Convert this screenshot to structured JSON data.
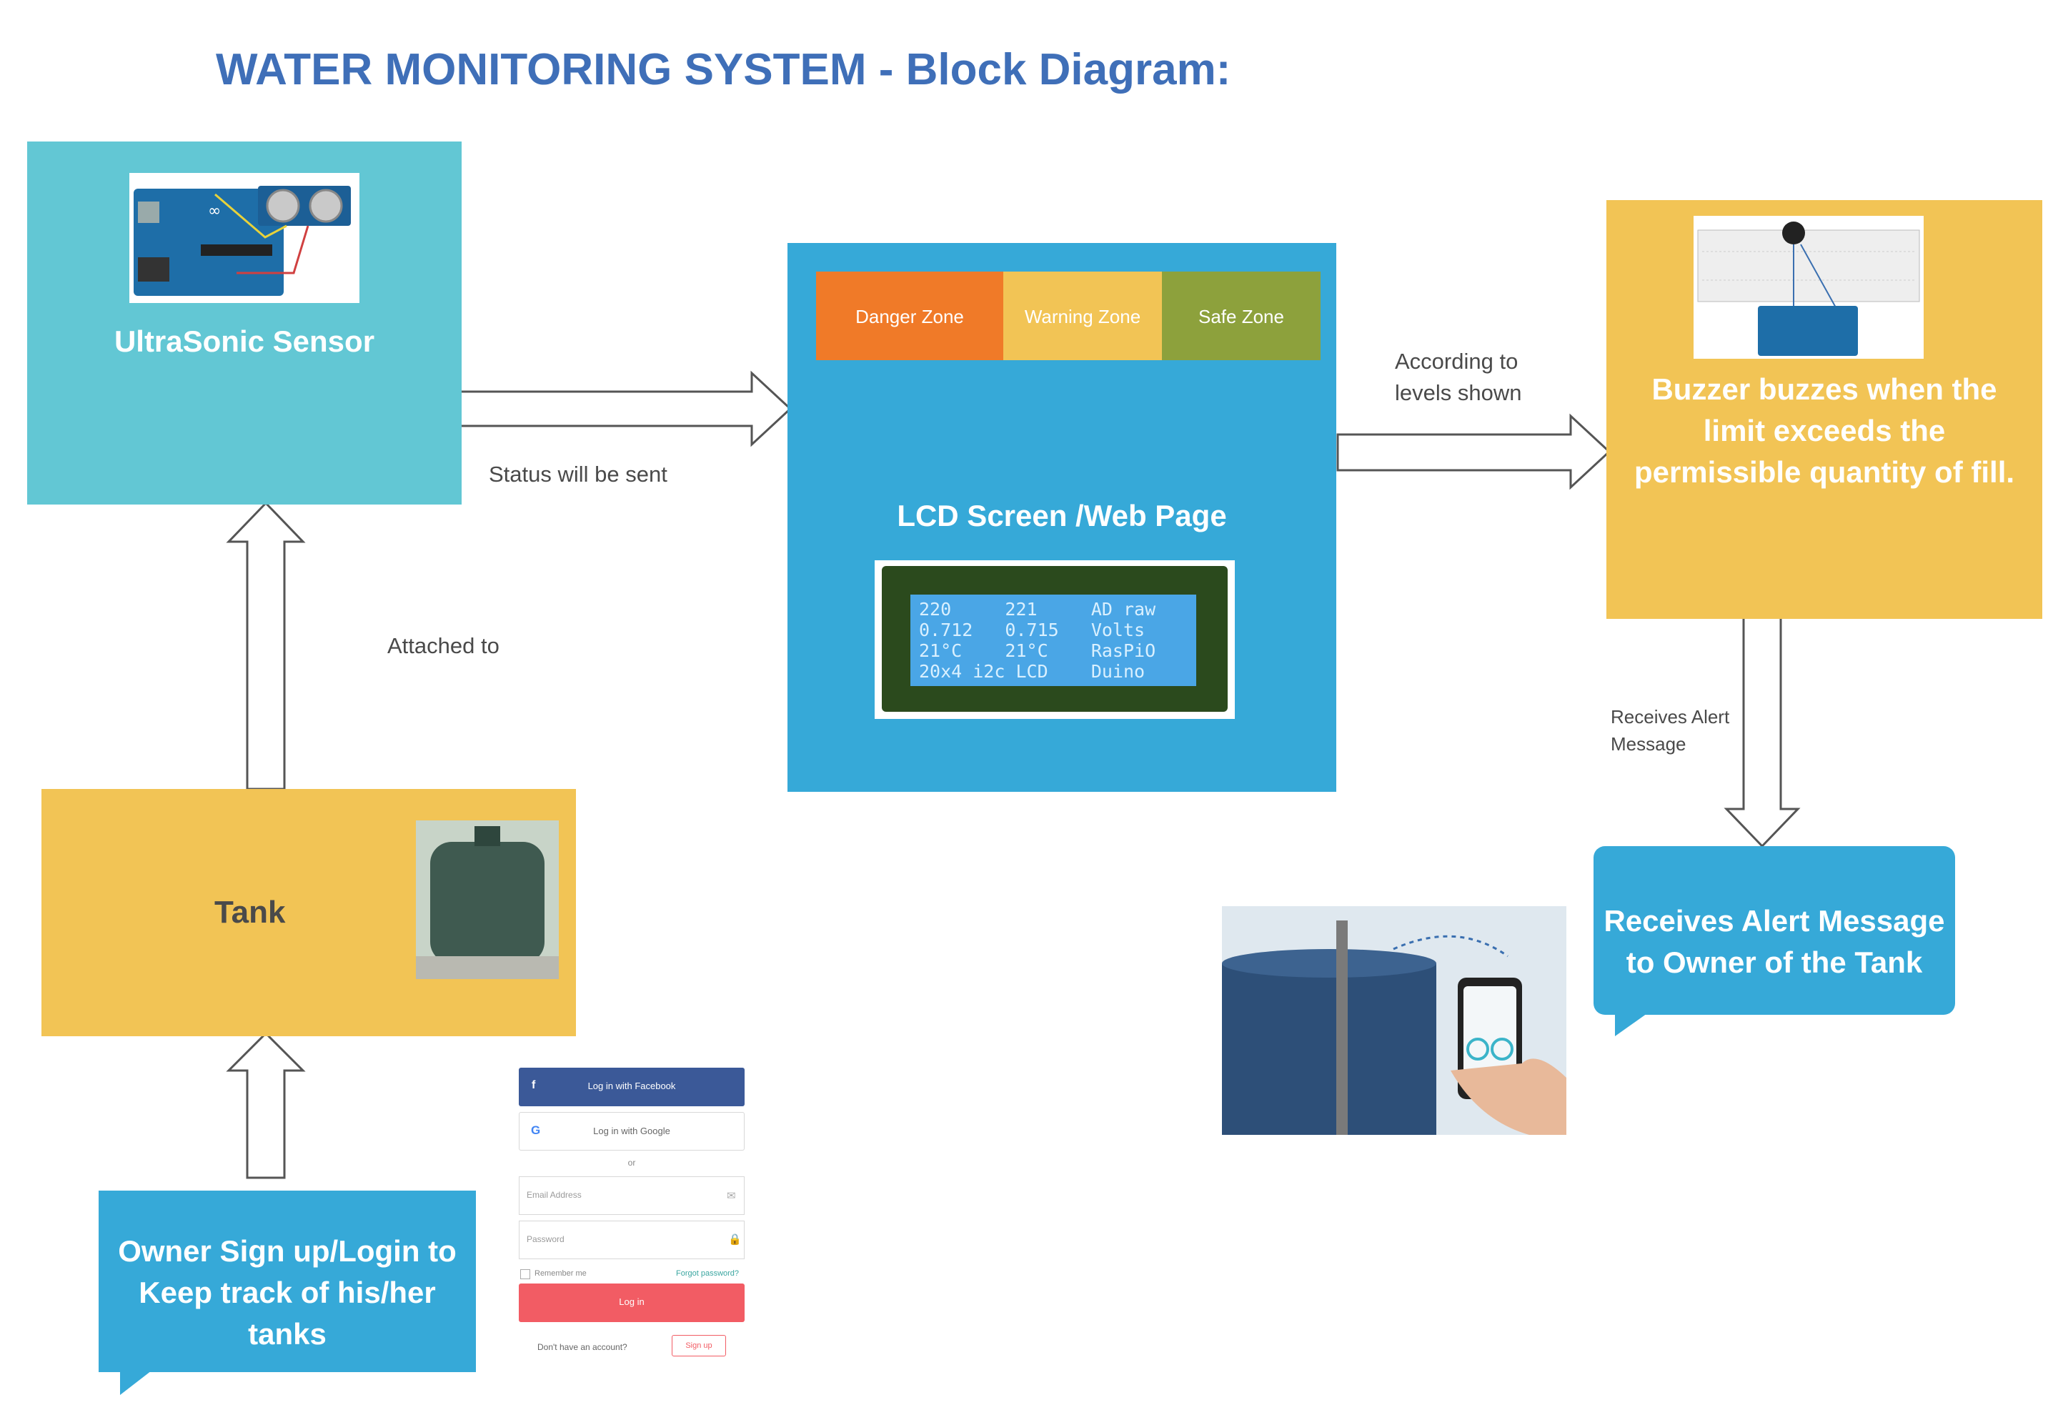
{
  "title": "WATER MONITORING SYSTEM - Block Diagram:",
  "sensor": {
    "label": "UltraSonic Sensor"
  },
  "lcd": {
    "label": "LCD Screen /Web Page",
    "zones": [
      "Danger Zone",
      "Warning Zone",
      "Safe Zone"
    ],
    "screen_lines": [
      "220     221     AD raw",
      "0.712   0.715   Volts",
      "21°C    21°C    RasPiO",
      "20x4 i2c LCD    Duino"
    ]
  },
  "buzzer": {
    "label": "Buzzer buzzes when the limit exceeds the permissible quantity of fill."
  },
  "tank": {
    "label": "Tank"
  },
  "owner": {
    "label": "Owner Sign up/Login to Keep track of his/her tanks"
  },
  "alert": {
    "label": "Receives Alert Message to Owner of the Tank"
  },
  "edges": {
    "status": "Status will be sent",
    "according": "According to levels shown",
    "attached": "Attached to",
    "receives": "Receives Alert Message"
  },
  "login_form": {
    "facebook": "Log in with Facebook",
    "google": "Log in with Google",
    "or": "or",
    "email_placeholder": "Email Address",
    "password_placeholder": "Password",
    "remember": "Remember me",
    "forgot": "Forgot password?",
    "login": "Log in",
    "no_account": "Don't have an account?",
    "signup": "Sign up"
  },
  "colors": {
    "title": "#3f6fb8",
    "cyan": "#62c7d4",
    "blue": "#36a9d8",
    "yellow": "#f2c455",
    "danger": "#f07a28",
    "warning": "#f2c455",
    "safe": "#8da13c",
    "login_red": "#f25c64",
    "facebook": "#3b5998"
  }
}
